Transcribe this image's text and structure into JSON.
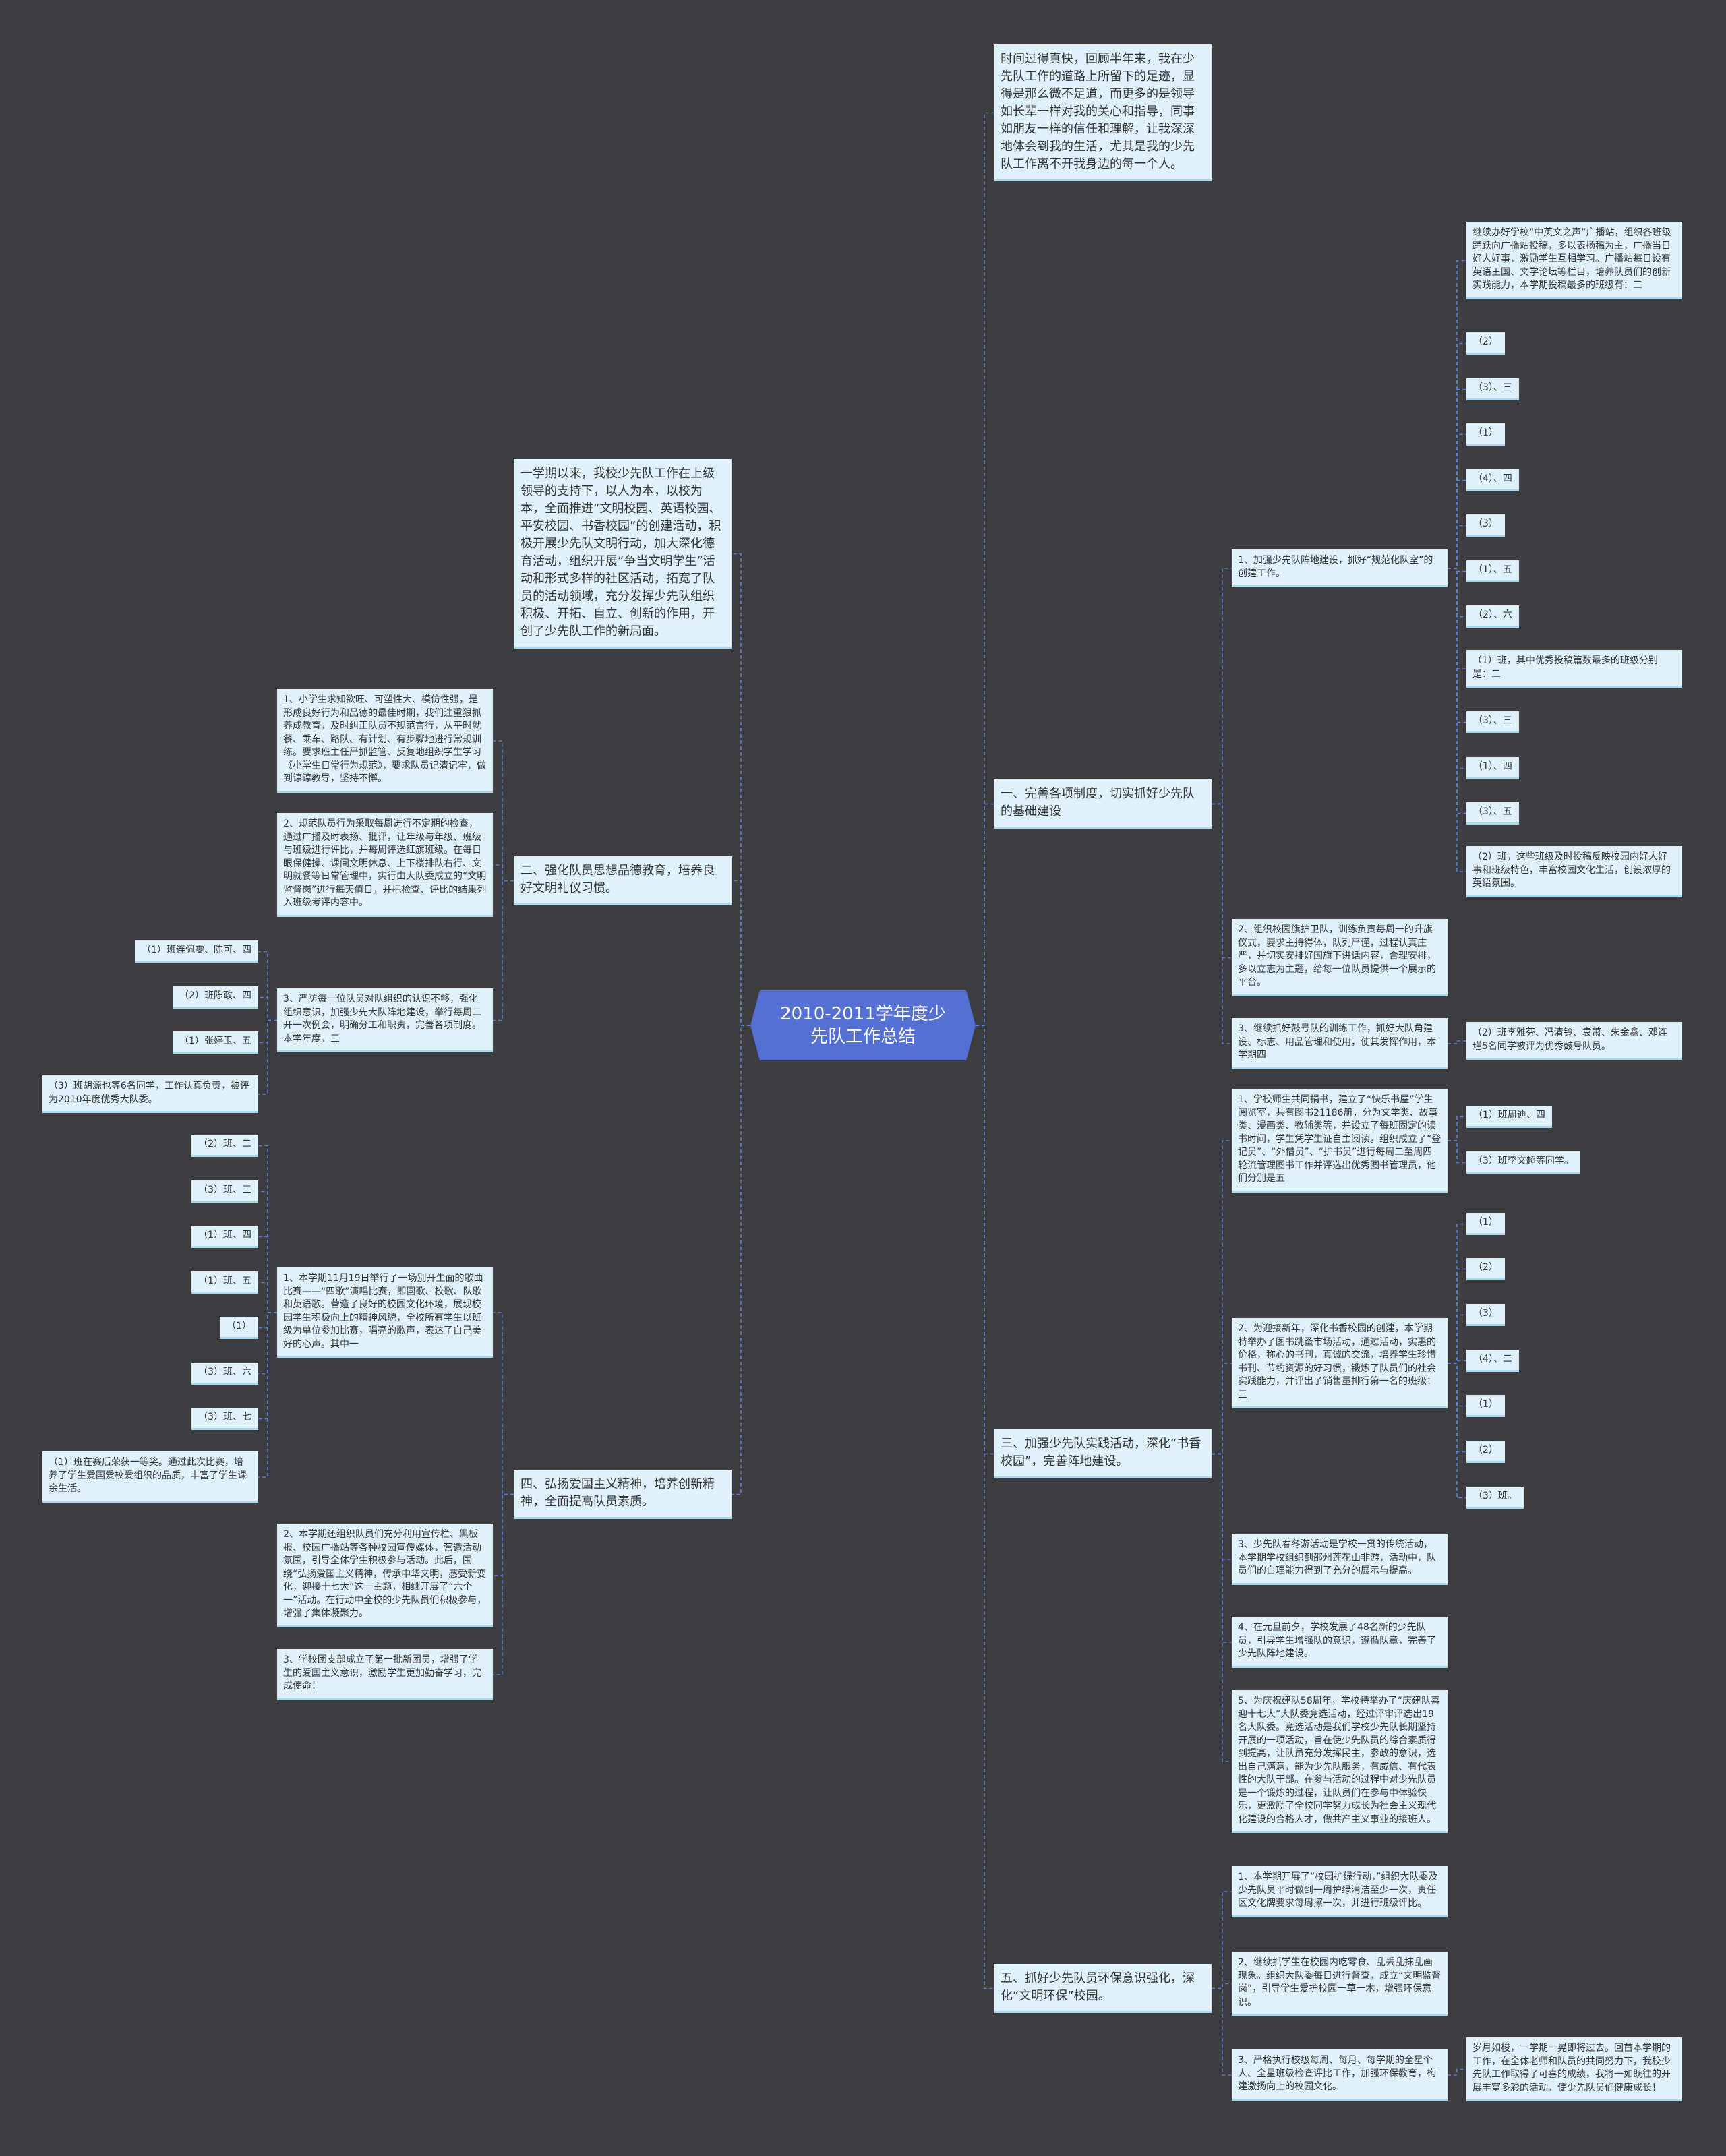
{
  "root": "2010-2011学年度少先队工作总结",
  "nodes": {
    "intro_r": "时间过得真快，回顾半年来，我在少先队工作的道路上所留下的足迹，显得是那么微不足道，而更多的是领导如长辈一样对我的关心和指导，同事如朋友一样的信任和理解，让我深深地体会到我的生活，尤其是我的少先队工作离不开我身边的每一个人。",
    "intro_l": "一学期以来，我校少先队工作在上级领导的支持下，以人为本，以校为本，全面推进“文明校园、英语校园、平安校园、书香校园”的创建活动，积极开展少先队文明行动，加大深化德育活动，组织开展“争当文明学生”活动和形式多样的社区活动，拓宽了队员的活动领域，充分发挥少先队组织积极、开拓、自立、创新的作用，开创了少先队工作的新局面。",
    "s1": "一、完善各项制度，切实抓好少先队的基础建设",
    "s1_a": "1、加强少先队阵地建设，抓好“规范化队室”的创建工作。",
    "s1_a_0": "继续办好学校“中英文之声”广播站，组织各班级踊跃向广播站投稿，多以表扬稿为主，广播当日好人好事，激励学生互相学习。广播站每日设有英语王国、文学论坛等栏目，培养队员们的创新实践能力，本学期投稿最多的班级有：二",
    "s1_a_1": "（2）",
    "s1_a_2": "（3）、三",
    "s1_a_3": "（1）",
    "s1_a_4": "（4）、四",
    "s1_a_5": "（3）",
    "s1_a_6": "（1）、五",
    "s1_a_7": "（2）、六",
    "s1_a_8": "（1）班，其中优秀投稿篇数最多的班级分别是：二",
    "s1_a_9": "（3）、三",
    "s1_a_10": "（1）、四",
    "s1_a_11": "（3）、五",
    "s1_a_12": "（2）班，这些班级及时投稿反映校园内好人好事和班级特色，丰富校园文化生活，创设浓厚的英语氛围。",
    "s1_b": "2、组织校园旗护卫队，训练负责每周一的升旗仪式，要求主持得体，队列严谨，过程认真庄严，并切实安排好国旗下讲话内容，合理安排，多以立志为主题，给每一位队员提供一个展示的平台。",
    "s1_c": "3、继续抓好鼓号队的训练工作，抓好大队角建设、标志、用品管理和使用，使其发挥作用，本学期四",
    "s1_c_0": "（2）班李雅芬、冯清铃、袁萧、朱金鑫、邓连瑾5名同学被评为优秀鼓号队员。",
    "s3": "三、加强少先队实践活动，深化“书香校园”，完善阵地建设。",
    "s3_a": "1、学校师生共同捐书，建立了“快乐书屋”学生阅览室，共有图书21186册，分为文学类、故事类、漫画类、教辅类等，并设立了每班固定的读书时间，学生凭学生证自主阅读。组织成立了“登记员”、“外借员”、“护书员”进行每周二至周四轮流管理图书工作并评选出优秀图书管理员，他们分别是五",
    "s3_a_0": "（1）班周迪、四",
    "s3_a_1": "（3）班李文超等同学。",
    "s3_b": "2、为迎接新年，深化书香校园的创建，本学期特举办了图书跳蚤市场活动，通过活动，实惠的价格，称心的书刊，真诚的交流，培养学生珍惜书刊、节约资源的好习惯，锻炼了队员们的社会实践能力，并评出了销售量排行第一名的班级：三",
    "s3_b_0": "（1）",
    "s3_b_1": "（2）",
    "s3_b_2": "（3）",
    "s3_b_3": "（4）、二",
    "s3_b_4": "（1）",
    "s3_b_5": "（2）",
    "s3_b_6": "（3）班。",
    "s3_c": "3、少先队春冬游活动是学校一贯的传统活动，本学期学校组织到邵州莲花山非游，活动中，队员们的自理能力得到了充分的展示与提高。",
    "s3_d": "4、在元旦前夕，学校发展了48名新的少先队员，引导学生增强队的意识，遵循队章，完善了少先队阵地建设。",
    "s3_e": "5、为庆祝建队58周年，学校特举办了“庆建队喜迎十七大”大队委竞选活动，经过评审评选出19名大队委。竞选活动是我们学校少先队长期坚持开展的一项活动，旨在使少先队员的综合素质得到提高，让队员充分发挥民主，参政的意识，选出自己满意，能为少先队服务，有威信、有代表性的大队干部。在参与活动的过程中对少先队员是一个锻炼的过程，让队员们在参与中体验快乐，更激励了全校同学努力成长为社会主义现代化建设的合格人才，做共产主义事业的接班人。",
    "s5": "五、抓好少先队员环保意识强化，深化“文明环保”校园。",
    "s5_a": "1、本学期开展了“校园护绿行动，”组织大队委及少先队员平时做到一周护绿清洁至少一次，责任区文化牌要求每周擦一次，并进行班级评比。",
    "s5_b": "2、继续抓学生在校园内吃零食、乱丢乱抹乱画现象。组织大队委每日进行督查，成立“文明监督岗”，引导学生爱护校园一草一木，增强环保意识。",
    "s5_c": "3、严格执行校级每周、每月、每学期的全星个人、全星班级检查评比工作，加强环保教育，构建激扬向上的校园文化。",
    "s5_c_0": "岁月如梭，一学期一晃即将过去。回首本学期的工作，在全体老师和队员的共同努力下，我校少先队工作取得了可喜的成绩，我将一如既往的开展丰富多彩的活动，使少先队员们健康成长！",
    "s2": "二、强化队员思想品德教育，培养良好文明礼仪习惯。",
    "s2_a": "1、小学生求知欲旺、可塑性大、模仿性强，是形成良好行为和品德的最佳时期，我们注重狠抓养成教育，及时纠正队员不规范言行，从平时就餐、乘车、路队、有计划、有步骤地进行常规训练。要求班主任严抓监管、反复地组织学生学习《小学生日常行为规范》，要求队员记清记牢，做到谆谆教导，坚持不懈。",
    "s2_b": "2、规范队员行为采取每周进行不定期的检查，通过广播及时表扬、批评，让年级与年级、班级与班级进行评比，并每周评选红旗班级。在每日眼保健操、课间文明休息、上下楼排队右行、文明就餐等日常管理中，实行由大队委成立的“文明监督岗”进行每天值日，并把检查、评比的结果列入班级考评内容中。",
    "s2_c": "3、严防每一位队员对队组织的认识不够，强化组织意识，加强少先大队阵地建设，举行每周二开一次例会，明确分工和职责，完善各项制度。本学年度，三",
    "s2_c_0": "（1）班连佩雯、陈可、四",
    "s2_c_1": "（2）班陈政、四",
    "s2_c_2": "（1）张婷玉、五",
    "s2_c_3": "（3）班胡源也等6名同学，工作认真负责，被评为2010年度优秀大队委。",
    "s4": "四、弘扬爱国主义精神，培养创新精神，全面提高队员素质。",
    "s4_a": "1、本学期11月19日举行了一场别开生面的歌曲比赛——“四歌”演唱比赛，即国歌、校歌、队歌和英语歌。营造了良好的校园文化环境，展现校园学生积极向上的精神风貌，全校所有学生以班级为单位参加比赛，唱亮的歌声，表达了自己美好的心声。其中一",
    "s4_a_0": "（2）班、二",
    "s4_a_1": "（3）班、三",
    "s4_a_2": "（1）班、四",
    "s4_a_3": "（1）班、五",
    "s4_a_4": "（1）",
    "s4_a_5": "（3）班、六",
    "s4_a_6": "（3）班、七",
    "s4_a_7": "（1）班在赛后荣获一等奖。通过此次比赛，培养了学生爱国爱校爱组织的品质，丰富了学生课余生活。",
    "s4_b": "2、本学期还组织队员们充分利用宣传栏、黑板报、校园广播站等各种校园宣传媒体，营造活动氛围，引导全体学生积极参与活动。此后，围绕“弘扬爱国主义精神，传承中华文明，感受新变化，迎接十七大”这一主题，相继开展了“六个一”活动。在行动中全校的少先队员们积极参与，增强了集体凝聚力。",
    "s4_c": "3、学校团支部成立了第一批新团员，增强了学生的爱国主义意识，激励学生更加勤奋学习，完成使命！"
  }
}
